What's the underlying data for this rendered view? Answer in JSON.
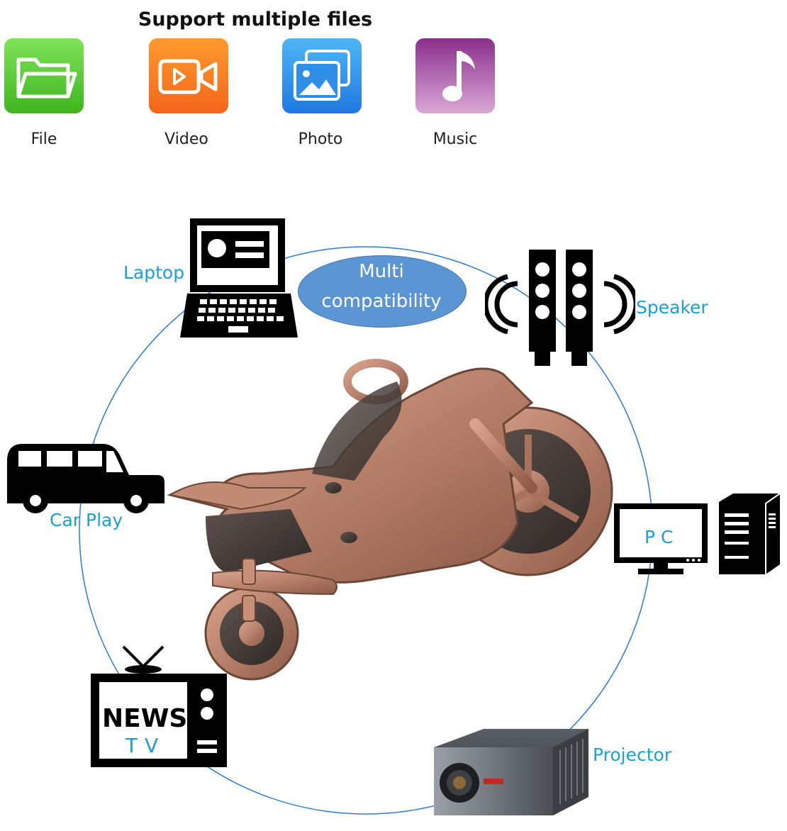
{
  "heading": "Support multiple files",
  "file_types": [
    {
      "label": "File",
      "icon": "folder-icon",
      "color": "#5fcf3a"
    },
    {
      "label": "Video",
      "icon": "video-icon",
      "color": "#ff7d1a"
    },
    {
      "label": "Photo",
      "icon": "photo-icon",
      "color": "#2f8ee8"
    },
    {
      "label": "Music",
      "icon": "music-icon",
      "color": "#a0479f"
    }
  ],
  "bubble": {
    "line1": "Multi",
    "line2": "compatibility",
    "color": "#5b95d3"
  },
  "devices": {
    "laptop": "Laptop",
    "speaker": "Speaker",
    "car": "Car Play",
    "pc": "P C",
    "tv_news": "NEWS",
    "tv_tv": "TV",
    "projector": "Projector"
  },
  "accent_color": "#1a9fd6",
  "product": {
    "icon": "motorcycle-usb-icon",
    "color": "#b9806a"
  }
}
